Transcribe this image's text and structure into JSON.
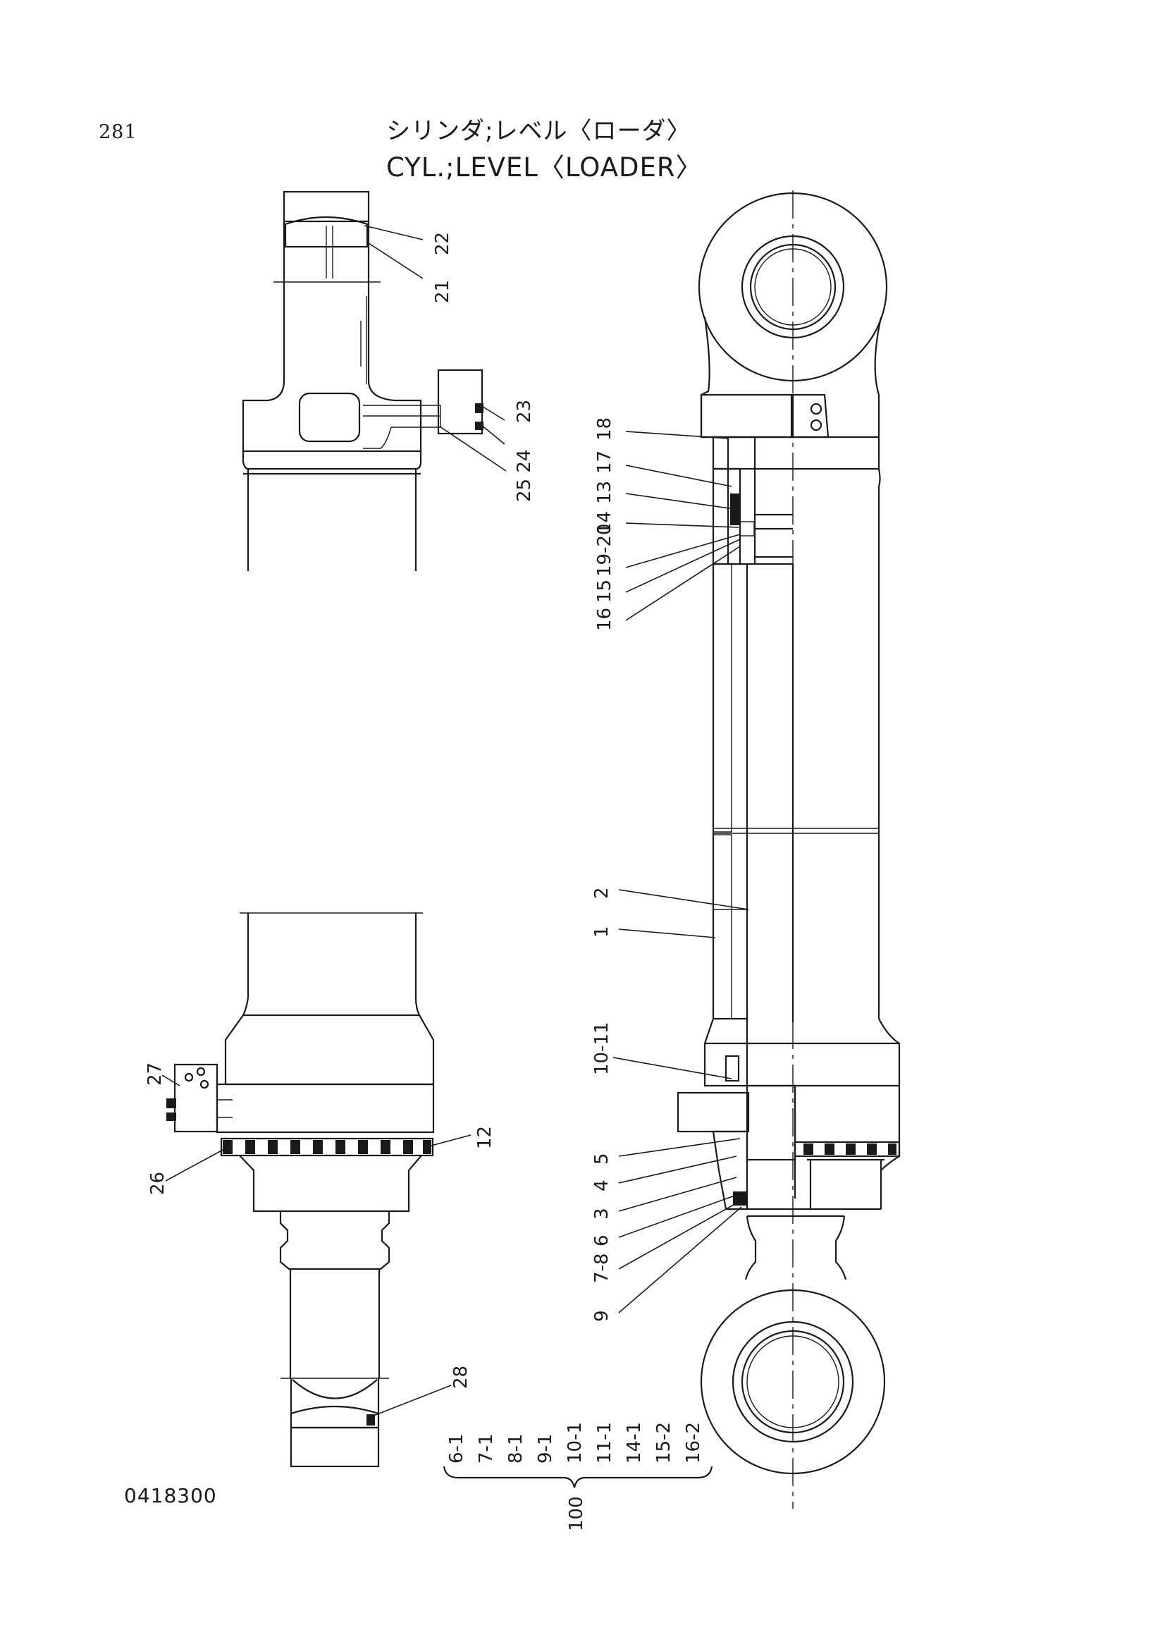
{
  "page_number": "281",
  "title_jp": "シリンダ;レベル〈ローダ〉",
  "title_en": "CYL.;LEVEL〈LOADER〉",
  "drawing_number": "0418300",
  "callouts_top_detail": [
    "22",
    "21",
    "23",
    "25 24"
  ],
  "callouts_main": [
    "18",
    "17",
    "13",
    "14",
    "19-20",
    "15",
    "16",
    "2",
    "1",
    "10-11",
    "5",
    "4",
    "3",
    "6",
    "7-8",
    "9"
  ],
  "callouts_bottom_detail": [
    "27",
    "12",
    "26",
    "28"
  ],
  "kit_items": [
    "6-1",
    "7-1",
    "8-1",
    "9-1",
    "10-1",
    "11-1",
    "14-1",
    "15-2",
    "16-2"
  ],
  "kit_number": "100"
}
